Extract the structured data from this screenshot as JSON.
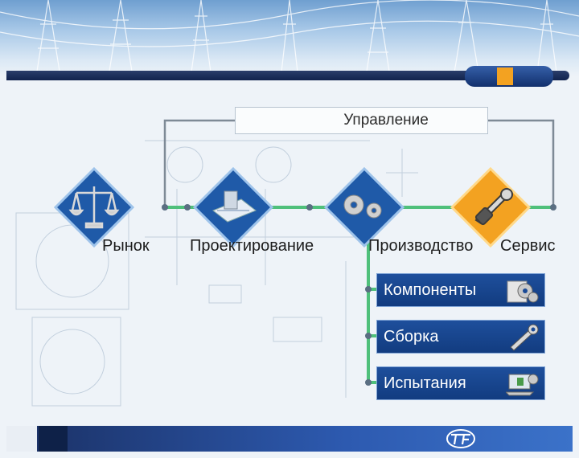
{
  "diagram": {
    "management": "Управление",
    "stages": [
      {
        "label": "Рынок",
        "icon": "scales-icon"
      },
      {
        "label": "Проектирование",
        "icon": "blueprint-icon"
      },
      {
        "label": "Производство",
        "icon": "gears-icon"
      },
      {
        "label": "Сервис",
        "icon": "wrench-icon"
      }
    ],
    "sub_steps": [
      {
        "label": "Компоненты",
        "icon": "gear-box-icon"
      },
      {
        "label": "Сборка",
        "icon": "wrench-icon"
      },
      {
        "label": "Испытания",
        "icon": "laptop-tools-icon"
      }
    ]
  },
  "colors": {
    "diamond_blue": "#1f5aa8",
    "diamond_orange": "#f3a221",
    "bar_dark": "#13264f",
    "sub_box": "#1a4a96"
  }
}
